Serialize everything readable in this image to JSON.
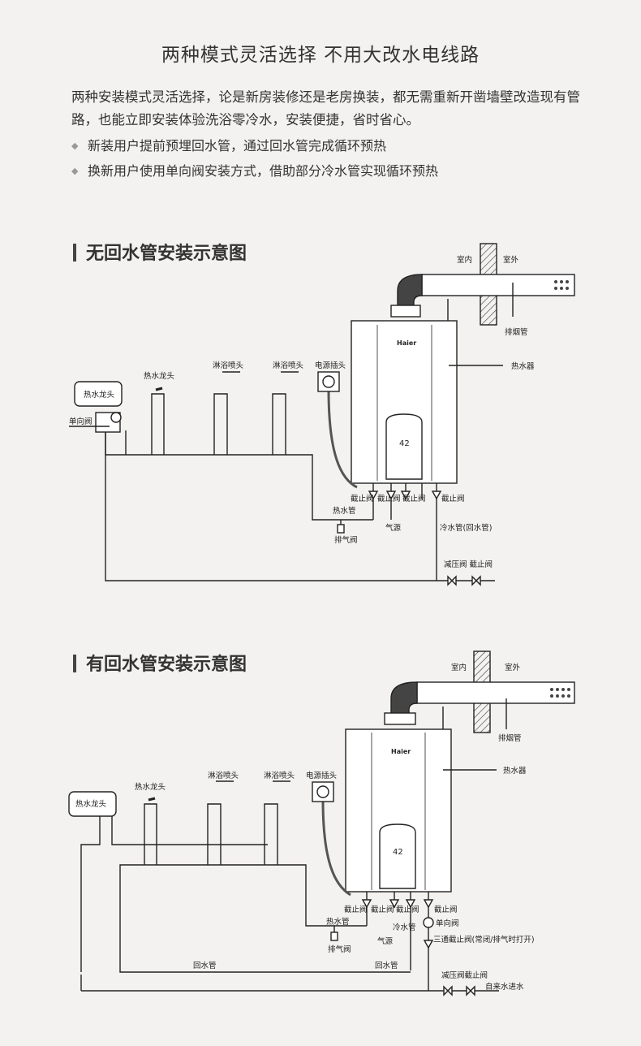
{
  "headline": "两种模式灵活选择  不用大改水电线路",
  "intro": "两种安装模式灵活选择，论是新房装修还是老房换装，都无需重新开凿墙壁改造现有管路，也能立即安装体验洗浴零冷水，安装便捷，省时省心。",
  "bullets": [
    "新装用户提前预埋回水管，通过回水管完成循环预热",
    "换新用户使用单向阀安装方式，借助部分冷水管实现循环预热"
  ],
  "diagram1": {
    "title": "无回水管安装示意图",
    "labels": {
      "indoor": "室内",
      "outdoor": "室外",
      "flue": "排烟管",
      "heater": "热水器",
      "brand": "Haier",
      "display": "42",
      "hot_faucet": "热水龙头",
      "shower1": "淋浴喷头",
      "shower2": "淋浴喷头",
      "power": "电源插头",
      "faucet_box": "热水龙头",
      "check_valve": "单向阀",
      "stop1": "截止阀",
      "stop2": "截止阀",
      "stop3": "截止阀",
      "stop4": "截止阀",
      "hot_pipe": "热水管",
      "vent_valve": "排气阀",
      "gas": "气源",
      "cold_pipe": "冷水管(回水管)",
      "reducer": "减压阀 截止阀"
    }
  },
  "diagram2": {
    "title": "有回水管安装示意图",
    "labels": {
      "indoor": "室内",
      "outdoor": "室外",
      "flue": "排烟管",
      "heater": "热水器",
      "brand": "Haier",
      "display": "42",
      "hot_faucet": "热水龙头",
      "shower1": "淋浴喷头",
      "shower2": "淋浴喷头",
      "power": "电源插头",
      "faucet_box": "热水龙头",
      "stop_a": "截止阀",
      "stop_b": "截止阀",
      "stop_c": "截止阀",
      "stop_d": "截止阀",
      "check_valve": "单向阀",
      "hot_pipe": "热水管",
      "cold_pipe": "冷水管",
      "vent_valve": "排气阀",
      "gas": "气源",
      "three_way": "三通截止阀(常闭/排气时打开)",
      "return_pipe1": "回水管",
      "return_pipe2": "回水管",
      "reducer": "减压阀截止阀",
      "inlet": "自来水进水"
    }
  }
}
